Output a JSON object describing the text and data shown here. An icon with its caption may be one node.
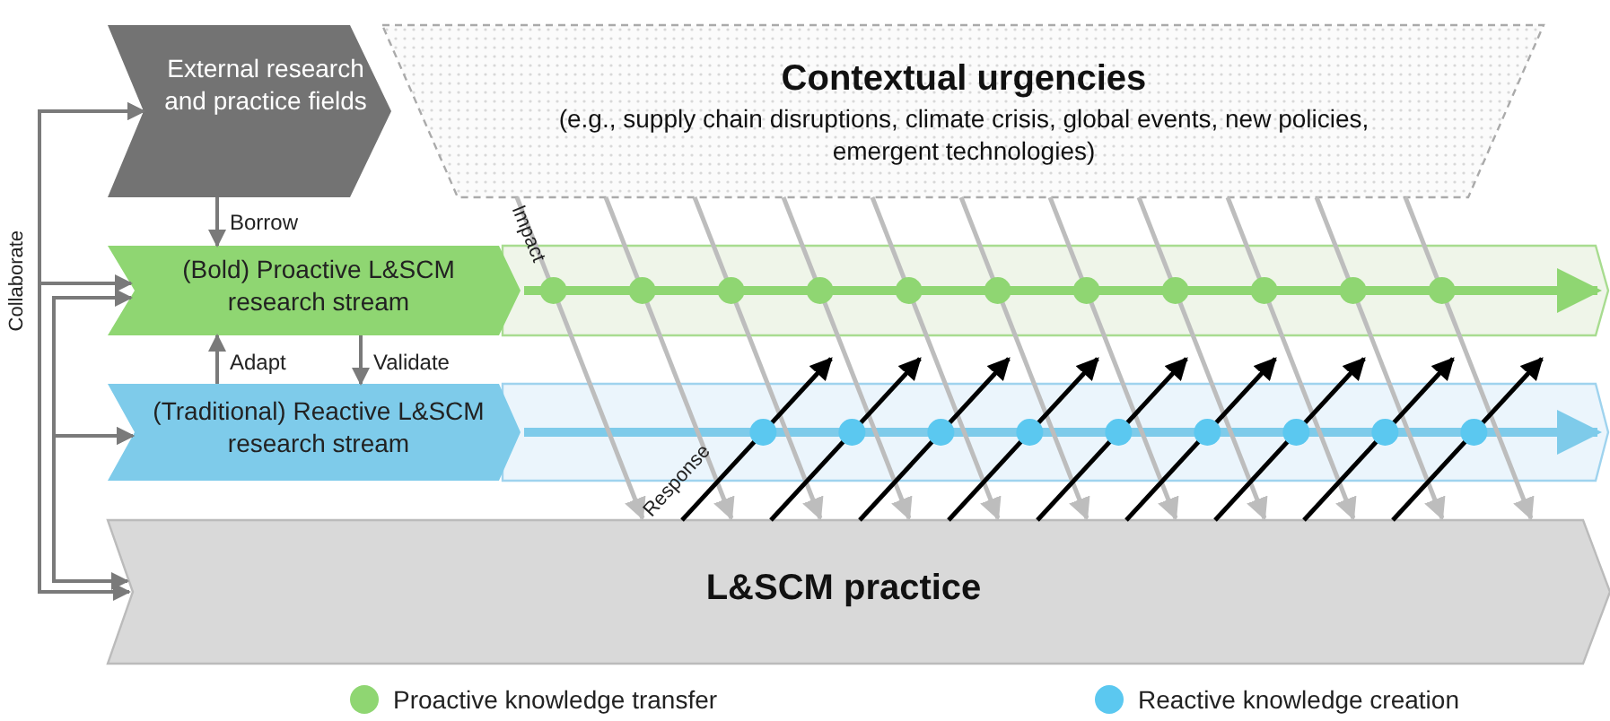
{
  "diagram": {
    "nodes": [
      {
        "text": [
          "External research and practice fields"
        ]
      },
      {
        "text": [
          "Contextual urgencies",
          "(e.g., supply chain disruptions, climate crisis, global events, new policies, emergent technologies)"
        ]
      },
      {
        "text": [
          "(Bold) Proactive L&SCM research stream"
        ]
      },
      {
        "text": [
          "(Traditional) Reactive L&SCM research stream"
        ]
      },
      {
        "text": [
          "L&SCM practice"
        ]
      }
    ],
    "edges": [
      {
        "from": 0,
        "to": 2,
        "arrow": "to",
        "label": "Borrow"
      },
      {
        "from": 3,
        "to": 2,
        "arrow": "to",
        "label": "Adapt"
      },
      {
        "from": 2,
        "to": 3,
        "arrow": "to",
        "label": "Validate"
      },
      {
        "from": 0,
        "to": 2,
        "arrow": "both"
      },
      {
        "from": 0,
        "to": 4,
        "arrow": "both",
        "label": "Collaborate"
      },
      {
        "from": 2,
        "to": 3,
        "arrow": "both"
      },
      {
        "from": 3,
        "to": 4,
        "arrow": "both"
      },
      {
        "from": null,
        "to": 2,
        "arrow": "to",
        "style": "thick",
        "color": "#8fd672"
      },
      {
        "from": null,
        "to": 3,
        "arrow": "to",
        "style": "thick",
        "color": "#7ecbea"
      },
      {
        "from": 1,
        "to": 4,
        "arrow": "to",
        "label": "Impact",
        "color": "#bdbdbd"
      },
      {
        "from": 1,
        "to": 4,
        "arrow": "to",
        "color": "#bdbdbd"
      },
      {
        "from": 1,
        "to": 4,
        "arrow": "to",
        "color": "#bdbdbd"
      },
      {
        "from": 1,
        "to": 4,
        "arrow": "to",
        "color": "#bdbdbd"
      },
      {
        "from": 1,
        "to": 4,
        "arrow": "to",
        "color": "#bdbdbd"
      },
      {
        "from": 1,
        "to": 4,
        "arrow": "to",
        "color": "#bdbdbd"
      },
      {
        "from": 1,
        "to": 4,
        "arrow": "to",
        "color": "#bdbdbd"
      },
      {
        "from": 1,
        "to": 4,
        "arrow": "to",
        "color": "#bdbdbd"
      },
      {
        "from": 1,
        "to": 4,
        "arrow": "to",
        "color": "#bdbdbd"
      },
      {
        "from": 1,
        "to": 4,
        "arrow": "to",
        "color": "#bdbdbd"
      },
      {
        "from": 1,
        "to": 4,
        "arrow": "to",
        "color": "#bdbdbd"
      },
      {
        "from": 4,
        "to": 2,
        "arrow": "to",
        "label": "Response",
        "color": "#000000"
      },
      {
        "from": 4,
        "to": 2,
        "arrow": "to",
        "color": "#000000"
      },
      {
        "from": 4,
        "to": 2,
        "arrow": "to",
        "color": "#000000"
      },
      {
        "from": 4,
        "to": 2,
        "arrow": "to",
        "color": "#000000"
      },
      {
        "from": 4,
        "to": 2,
        "arrow": "to",
        "color": "#000000"
      },
      {
        "from": 4,
        "to": 2,
        "arrow": "to",
        "color": "#000000"
      },
      {
        "from": 4,
        "to": 2,
        "arrow": "to",
        "color": "#000000"
      },
      {
        "from": 4,
        "to": 2,
        "arrow": "to",
        "color": "#000000"
      },
      {
        "from": 4,
        "to": 2,
        "arrow": "to",
        "color": "#000000"
      }
    ],
    "legend": [
      {
        "text": "Proactive knowledge transfer",
        "color": "#8fd672"
      },
      {
        "text": "Reactive knowledge creation",
        "color": "#5bc8f0"
      }
    ]
  }
}
